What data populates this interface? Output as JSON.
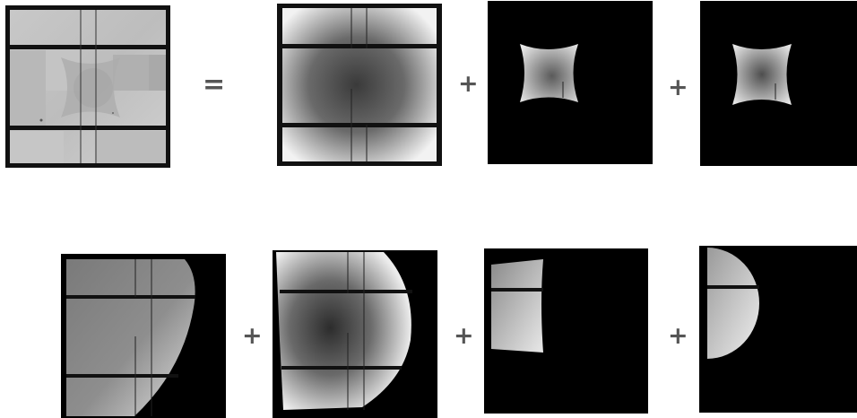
{
  "equation_row": {
    "equals_symbol": "=",
    "plus_symbol": "+",
    "terms": [
      {
        "name": "composite-image",
        "kind": "composite"
      },
      {
        "name": "vignetted-background",
        "kind": "grid-vignette"
      },
      {
        "name": "star-mask-a",
        "kind": "star"
      },
      {
        "name": "star-mask-b",
        "kind": "star"
      }
    ]
  },
  "component_row": {
    "plus_symbol": "+",
    "terms": [
      {
        "name": "left-region-tile",
        "kind": "region-left"
      },
      {
        "name": "center-region-tile",
        "kind": "region-center"
      },
      {
        "name": "top-strip-tile",
        "kind": "strip"
      },
      {
        "name": "half-disc-tile",
        "kind": "half-disc"
      }
    ]
  },
  "colors": {
    "background": "#ffffff",
    "operator": "#555555",
    "tile_black": "#000000",
    "frame": "#111111"
  }
}
